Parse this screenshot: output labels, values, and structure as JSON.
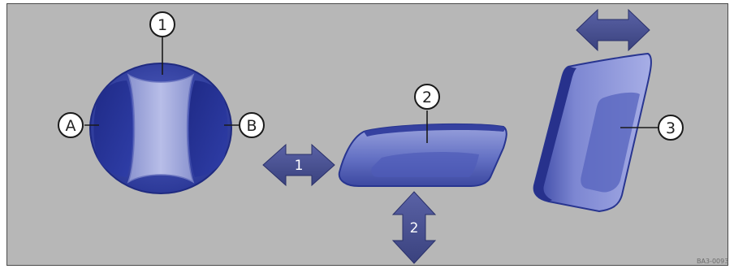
{
  "figure": {
    "reference_code": "BA3-0093",
    "callouts": {
      "c1": "1",
      "c2": "2",
      "c3": "3",
      "cA": "A",
      "cB": "B"
    },
    "arrow_labels": {
      "horizontal": "1",
      "vertical": "2"
    },
    "colors": {
      "background": "#b7b7b7",
      "knob_dark": "#2d3d9c",
      "knob_light": "#9aa4d8",
      "arrow_fill": "#4a5290",
      "callout_fill": "#ffffff",
      "callout_stroke": "#1a1a1a"
    }
  }
}
